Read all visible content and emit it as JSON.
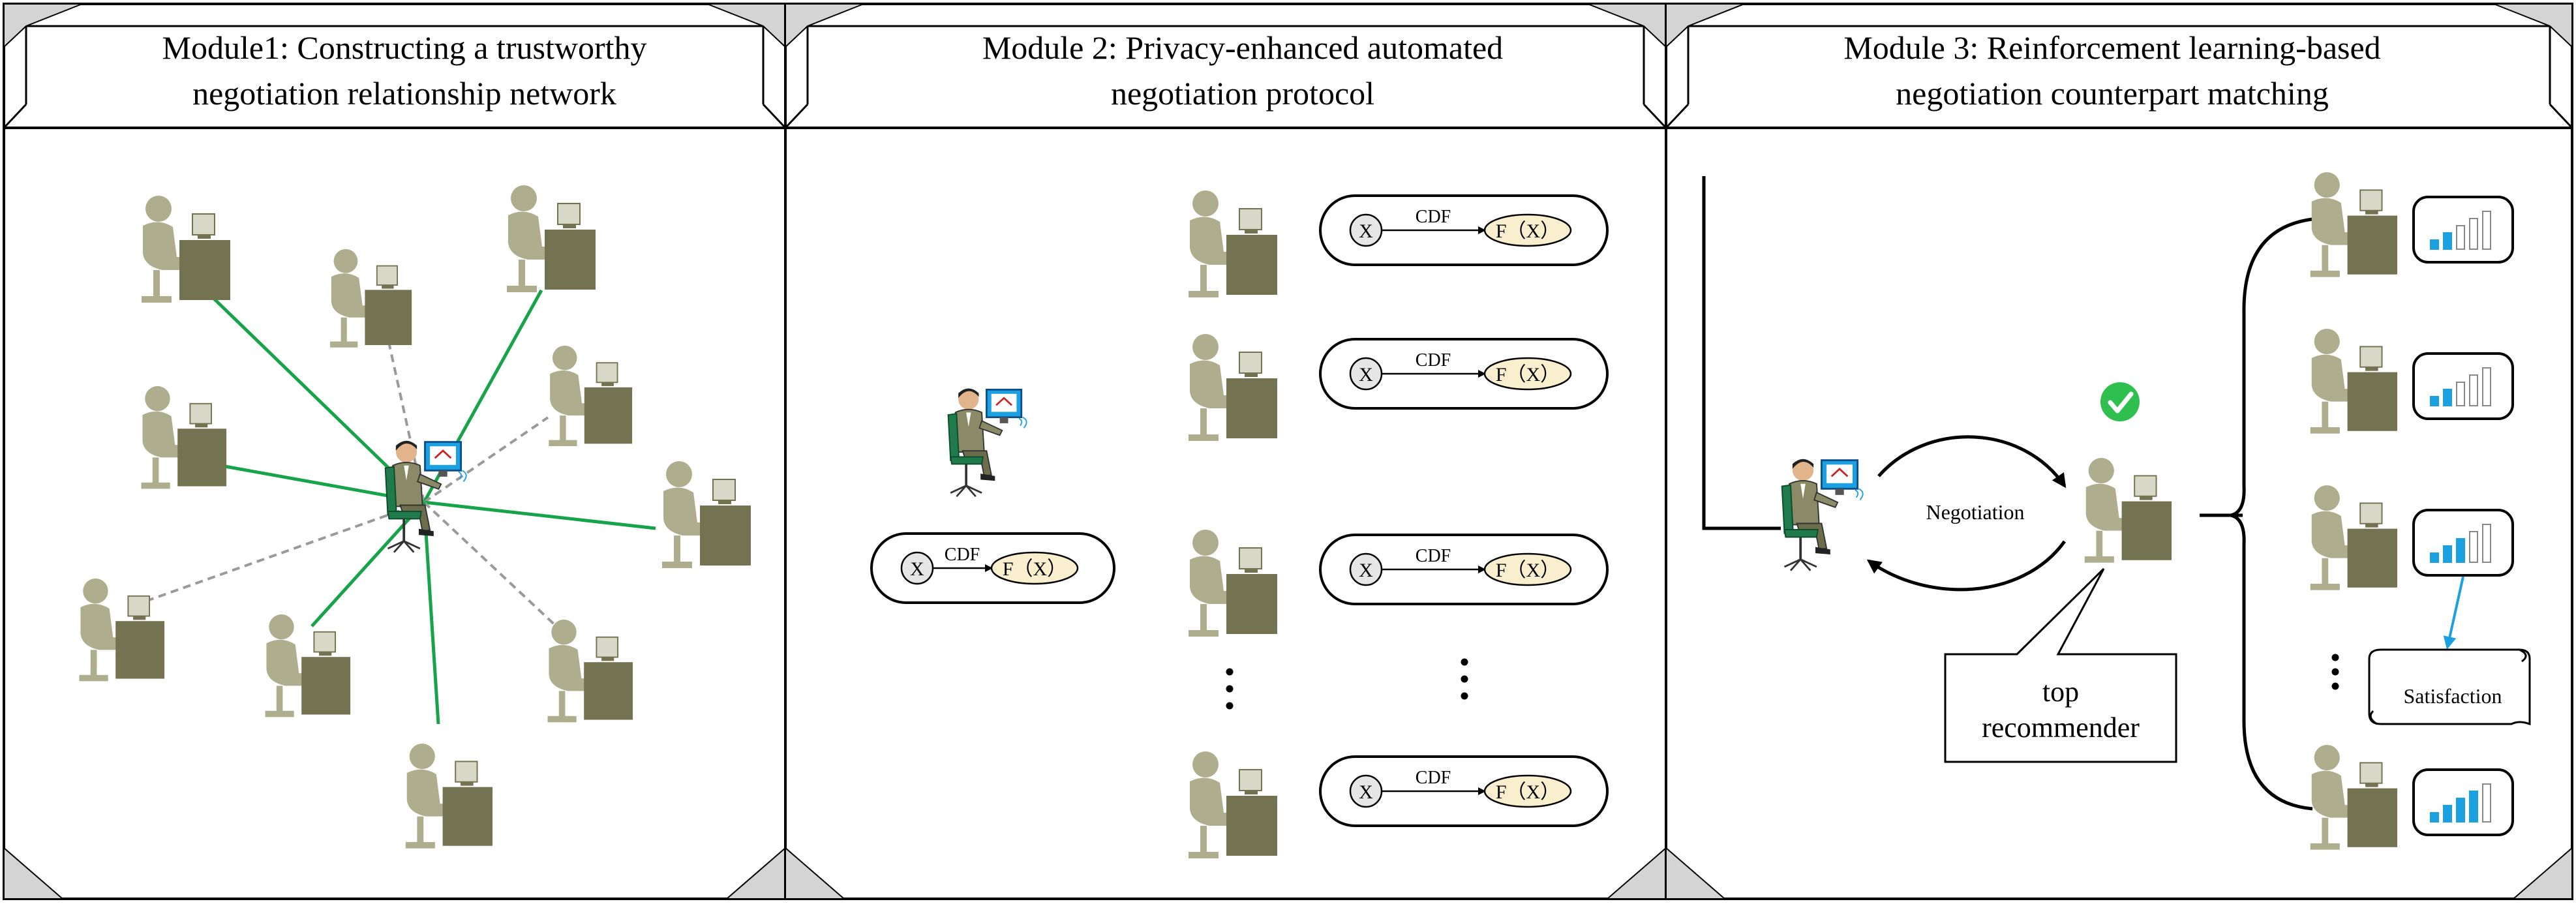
{
  "modules": [
    {
      "title_line1": "Module1: Constructing a trustworthy",
      "title_line2": "negotiation relationship network"
    },
    {
      "title_line1": "Module 2: Privacy-enhanced automated",
      "title_line2": "negotiation protocol"
    },
    {
      "title_line1": "Module 3: Reinforcement learning-based",
      "title_line2": "negotiation counterpart matching"
    }
  ],
  "cdf": {
    "x_label": "X",
    "arrow_label": "CDF",
    "fx_label": "F（X）"
  },
  "module3": {
    "negotiation_label": "Negotiation",
    "callout_line1": "top",
    "callout_line2": "recommender",
    "scroll_label": "Satisfaction",
    "signal_levels": [
      2,
      2,
      3,
      4
    ]
  },
  "colors": {
    "person": "#aeae8f",
    "desk": "#737351",
    "trusted_link": "#16a34a",
    "weak_link": "#9a9a9a",
    "signal_blue": "#1ba1e2",
    "check_green": "#2fbf4e",
    "fx_fill": "#f9efcf"
  }
}
